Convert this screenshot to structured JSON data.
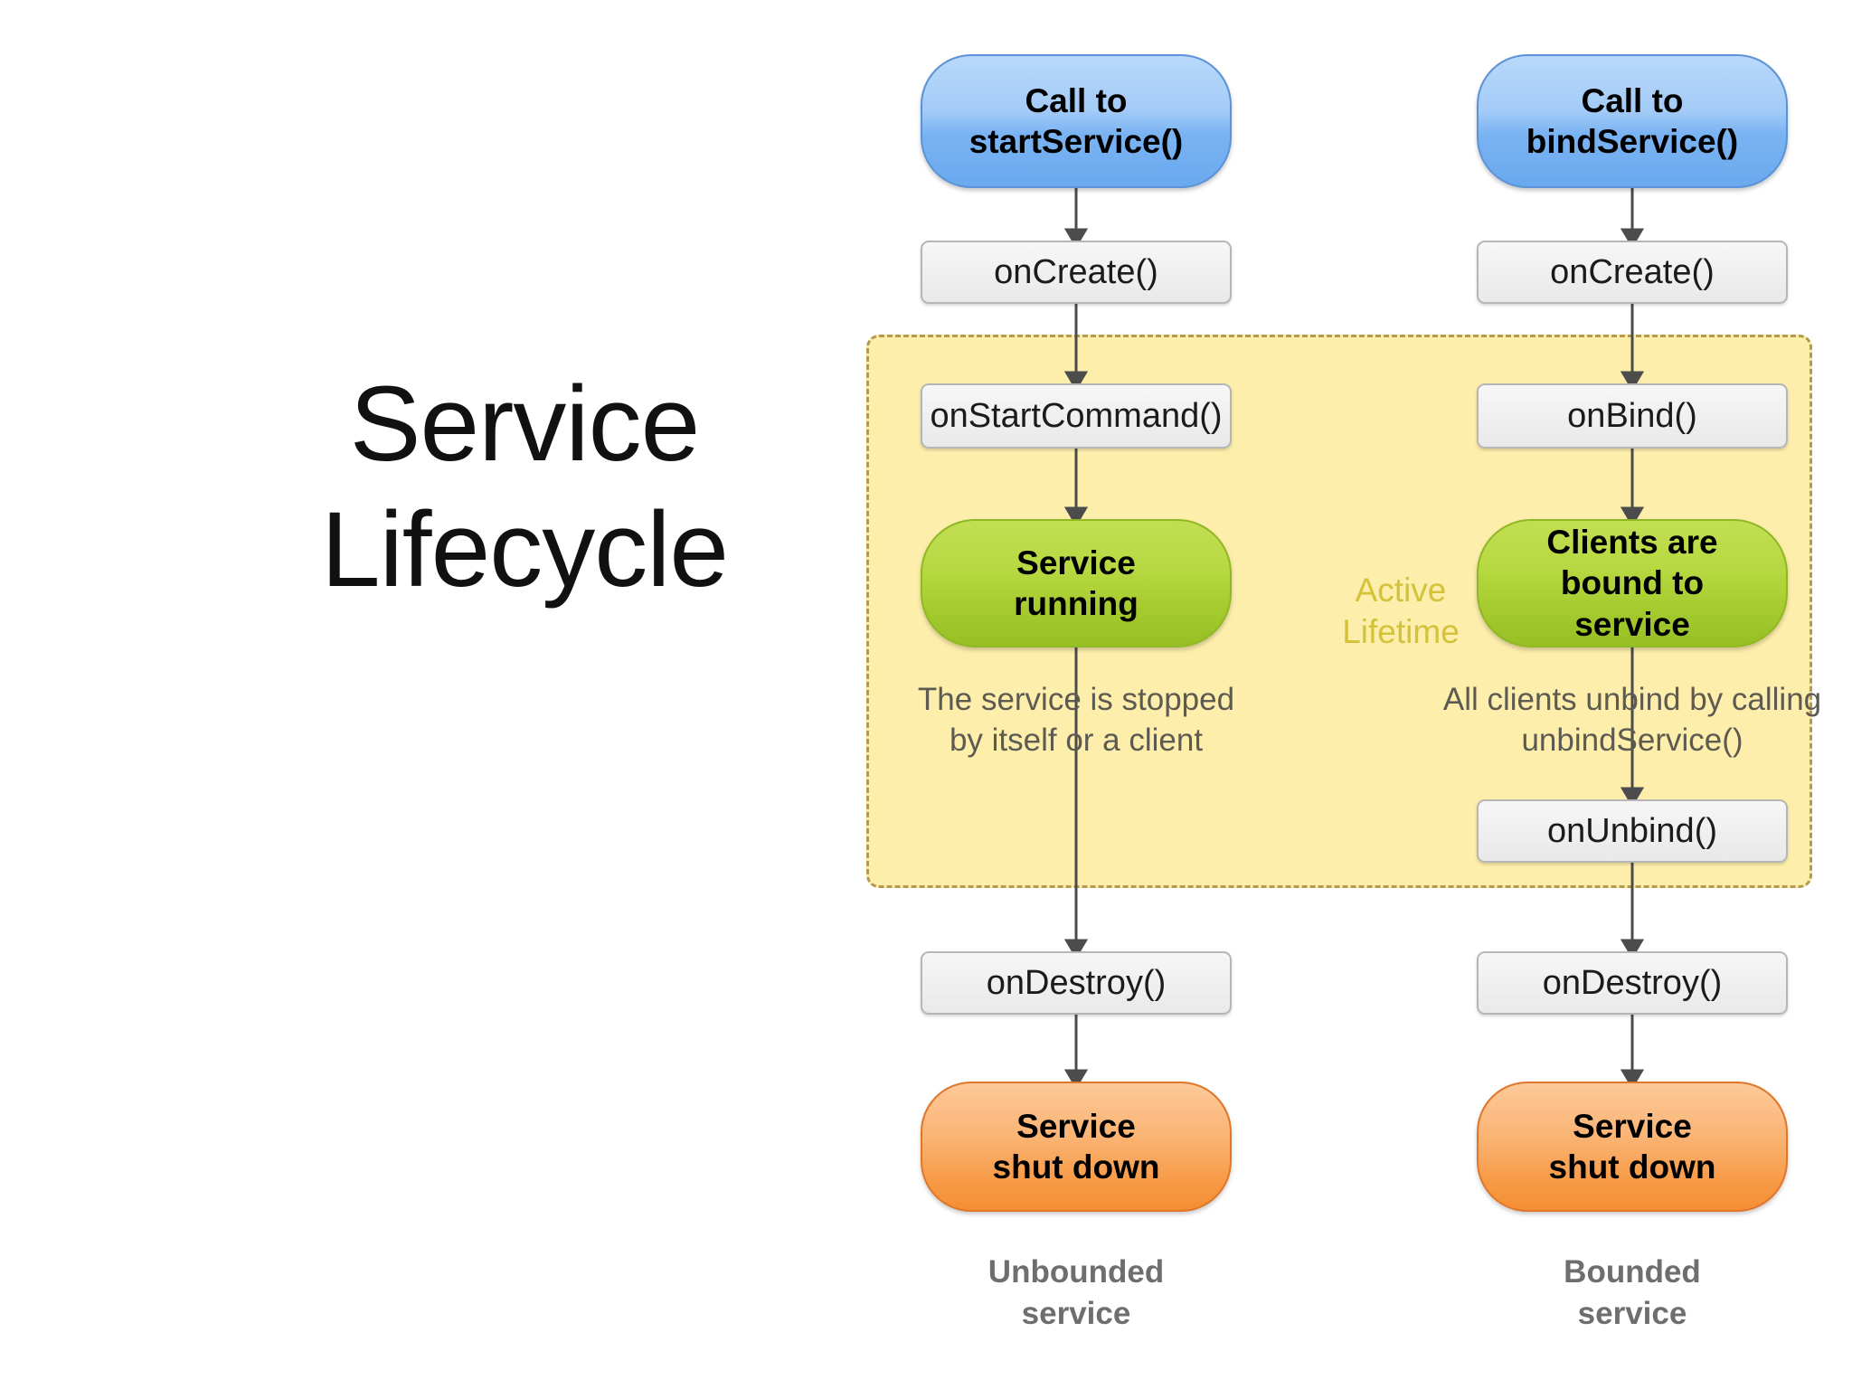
{
  "slide": {
    "title_line1": "Service",
    "title_line2": "Lifecycle"
  },
  "diagram": {
    "lifetime": {
      "label_line1": "Active",
      "label_line2": "Lifetime",
      "fill_color": "#fdeeab",
      "border_color": "#b59a4e",
      "label_color": "#d4c23a"
    },
    "colors": {
      "start_node": "#7ab3f2",
      "callback_node": "#efefef",
      "running_node": "#b6d840",
      "shutdown_node": "#f79a45",
      "connector": "#5a5a5a"
    },
    "columns": [
      {
        "name": "unbounded",
        "bottom_label_line1": "Unbounded",
        "bottom_label_line2": "service",
        "nodes": [
          {
            "id": "call-start-service",
            "kind": "pill-blue",
            "line1": "Call to",
            "line2": "startService()"
          },
          {
            "id": "on-create",
            "kind": "box-gray",
            "line1": "onCreate()",
            "line2": ""
          },
          {
            "id": "on-start-command",
            "kind": "box-gray",
            "line1": "onStartCommand()",
            "line2": ""
          },
          {
            "id": "service-running",
            "kind": "pill-green",
            "line1": "Service",
            "line2": "running"
          },
          {
            "id": "on-destroy",
            "kind": "box-gray",
            "line1": "onDestroy()",
            "line2": ""
          },
          {
            "id": "service-shut-down",
            "kind": "pill-orange",
            "line1": "Service",
            "line2": "shut down"
          }
        ],
        "caption_line1": "The service is stopped",
        "caption_line2": "by itself or a client"
      },
      {
        "name": "bounded",
        "bottom_label_line1": "Bounded",
        "bottom_label_line2": "service",
        "nodes": [
          {
            "id": "call-bind-service",
            "kind": "pill-blue",
            "line1": "Call to",
            "line2": "bindService()"
          },
          {
            "id": "on-create",
            "kind": "box-gray",
            "line1": "onCreate()",
            "line2": ""
          },
          {
            "id": "on-bind",
            "kind": "box-gray",
            "line1": "onBind()",
            "line2": ""
          },
          {
            "id": "clients-bound",
            "kind": "pill-green",
            "line1": "Clients are",
            "line2": "bound to",
            "line3": "service"
          },
          {
            "id": "on-unbind",
            "kind": "box-gray",
            "line1": "onUnbind()",
            "line2": ""
          },
          {
            "id": "on-destroy",
            "kind": "box-gray",
            "line1": "onDestroy()",
            "line2": ""
          },
          {
            "id": "service-shut-down",
            "kind": "pill-orange",
            "line1": "Service",
            "line2": "shut down"
          }
        ],
        "caption_line1": "All clients unbind by calling",
        "caption_line2": "unbindService()"
      }
    ]
  }
}
